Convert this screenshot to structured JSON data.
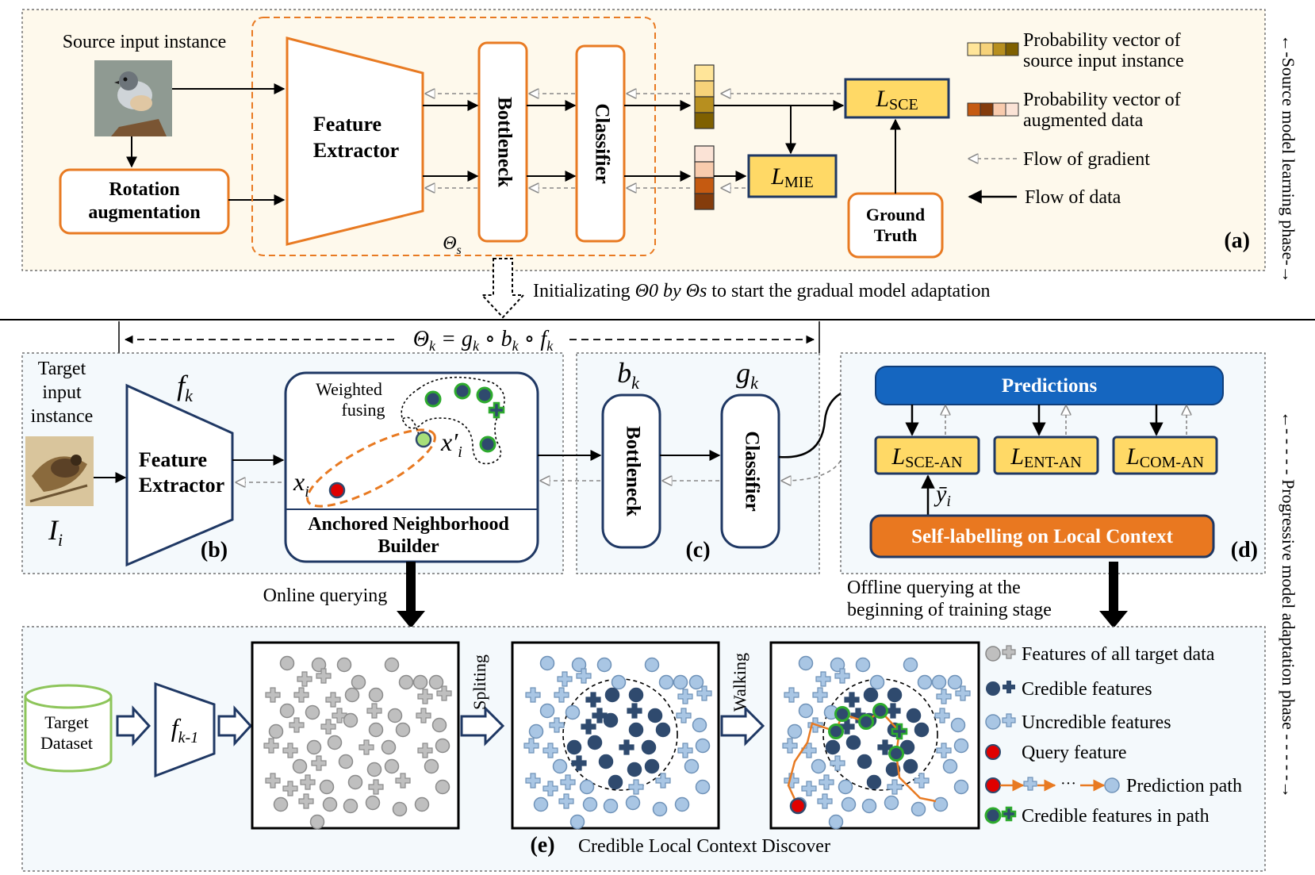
{
  "colors": {
    "orange": "#E87A22",
    "navy": "#1F3864",
    "blue_bar": "#1566C0",
    "gold_fill": "#FFD966",
    "panel_a_bg": "#FEF9EC",
    "panel_bde_bg": "#F4F9FC",
    "self_label_fill": "#E97820",
    "green": "#2EAB2E",
    "red": "#E00000",
    "gray_feature": "#BFBFBF",
    "light_blue_feature": "#A9C6E4",
    "dark_feature": "#2F4A6E"
  },
  "panel_a": {
    "side_label": "←-Source model learning phase-→",
    "label": "(a)",
    "source_input": "Source input instance",
    "rotation_1": "Rotation",
    "rotation_2": "augmentation",
    "feature_extractor_1": "Feature",
    "feature_extractor_2": "Extractor",
    "bottleneck": "Bottleneck",
    "classifier": "Classifier",
    "theta_s": "Θs",
    "l_mie": "L",
    "l_mie_sub": "MIE",
    "l_sce": "L",
    "l_sce_sub": "SCE",
    "ground_truth_1": "Ground",
    "ground_truth_2": "Truth",
    "legend": {
      "prob_source_1": "Probability vector of",
      "prob_source_2": "source input instance",
      "prob_aug_1": "Probability vector of",
      "prob_aug_2": "augmented data",
      "flow_gradient": "Flow of gradient",
      "flow_data": "Flow of data"
    }
  },
  "init_text_1": "Initializating ",
  "init_theta0": "Θ0",
  "init_by": " by ",
  "init_thetas": "Θs",
  "init_text_2": " to start the gradual model adaptation",
  "theta_k_formula": "Θk = gk ∘ bk ∘ fk",
  "panel_b": {
    "label": "(b)",
    "target_1": "Target",
    "target_2": "input",
    "target_3": "instance",
    "I_i": "Ii",
    "f_k": "fk",
    "feature_extractor_1": "Feature",
    "feature_extractor_2": "Extractor",
    "weighted_1": "Weighted",
    "weighted_2": "fusing",
    "x_i": "xi",
    "x_i_prime": "x′i",
    "builder_1": "Anchored Neighborhood",
    "builder_2": "Builder"
  },
  "panel_c": {
    "label": "(c)",
    "b_k": "bk",
    "g_k": "gk",
    "bottleneck": "Bottleneck",
    "classifier": "Classifier"
  },
  "panel_d": {
    "label": "(d)",
    "predictions": "Predictions",
    "l_sce_an_sub": "SCE-AN",
    "l_ent_an_sub": "ENT-AN",
    "l_com_an_sub": "COM-AN",
    "L": "L",
    "y_bar": "ȳi",
    "self_labelling": "Self-labelling on Local Context"
  },
  "side_label_2": "←- - - - - Progressive model adaptation phase - - - - -→",
  "online_querying": "Online querying",
  "offline_1": "Offline querying at the",
  "offline_2": "beginning of  training stage",
  "panel_e": {
    "label": "(e)",
    "caption": "Credible Local Context Discover",
    "target_dataset_1": "Target",
    "target_dataset_2": "Dataset",
    "f_k1": "fk-1",
    "spliting": "Spliting",
    "walking": "Walking",
    "legend": {
      "all_features": "Features of all target data",
      "credible": "Credible features",
      "uncredible": "Uncredible features",
      "query": "Query feature",
      "path": "Prediction path",
      "credible_path": "Credible features in path"
    }
  }
}
